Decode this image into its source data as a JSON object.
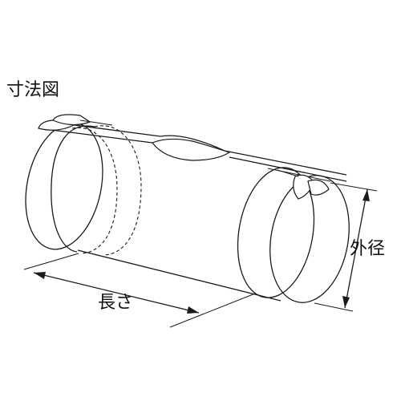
{
  "title": "寸法図",
  "dimensions": {
    "length_label": "長さ",
    "diameter_label": "外径"
  }
}
